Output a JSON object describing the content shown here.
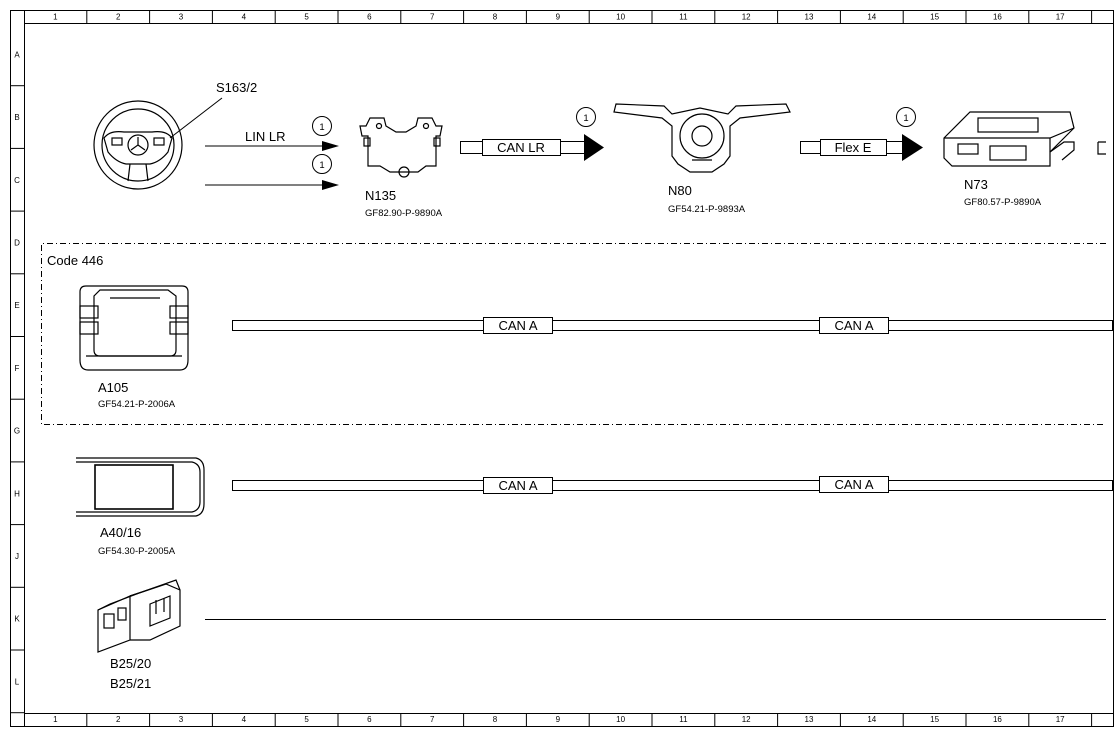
{
  "frame": {
    "columns": [
      "1",
      "2",
      "3",
      "4",
      "5",
      "6",
      "7",
      "8",
      "9",
      "10",
      "11",
      "12",
      "13",
      "14",
      "15",
      "16",
      "17"
    ],
    "rows": [
      "A",
      "B",
      "C",
      "D",
      "E",
      "F",
      "G",
      "H",
      "J",
      "K",
      "L"
    ]
  },
  "components": {
    "s163": {
      "code": "S163/2"
    },
    "n135": {
      "code": "N135",
      "ref": "GF82.90-P-9890A"
    },
    "n80": {
      "code": "N80",
      "ref": "GF54.21-P-9893A"
    },
    "n73": {
      "code": "N73",
      "ref": "GF80.57-P-9890A"
    },
    "a105": {
      "code": "A105",
      "ref": "GF54.21-P-2006A"
    },
    "a4016": {
      "code": "A40/16",
      "ref": "GF54.30-P-2005A"
    },
    "b25": {
      "code1": "B25/20",
      "code2": "B25/21"
    }
  },
  "code_box": {
    "label": "Code 446"
  },
  "connections": {
    "lin_lr": "LIN LR",
    "can_lr": "CAN LR",
    "flex_e": "Flex E",
    "can_a": "CAN A",
    "marker": "1"
  }
}
